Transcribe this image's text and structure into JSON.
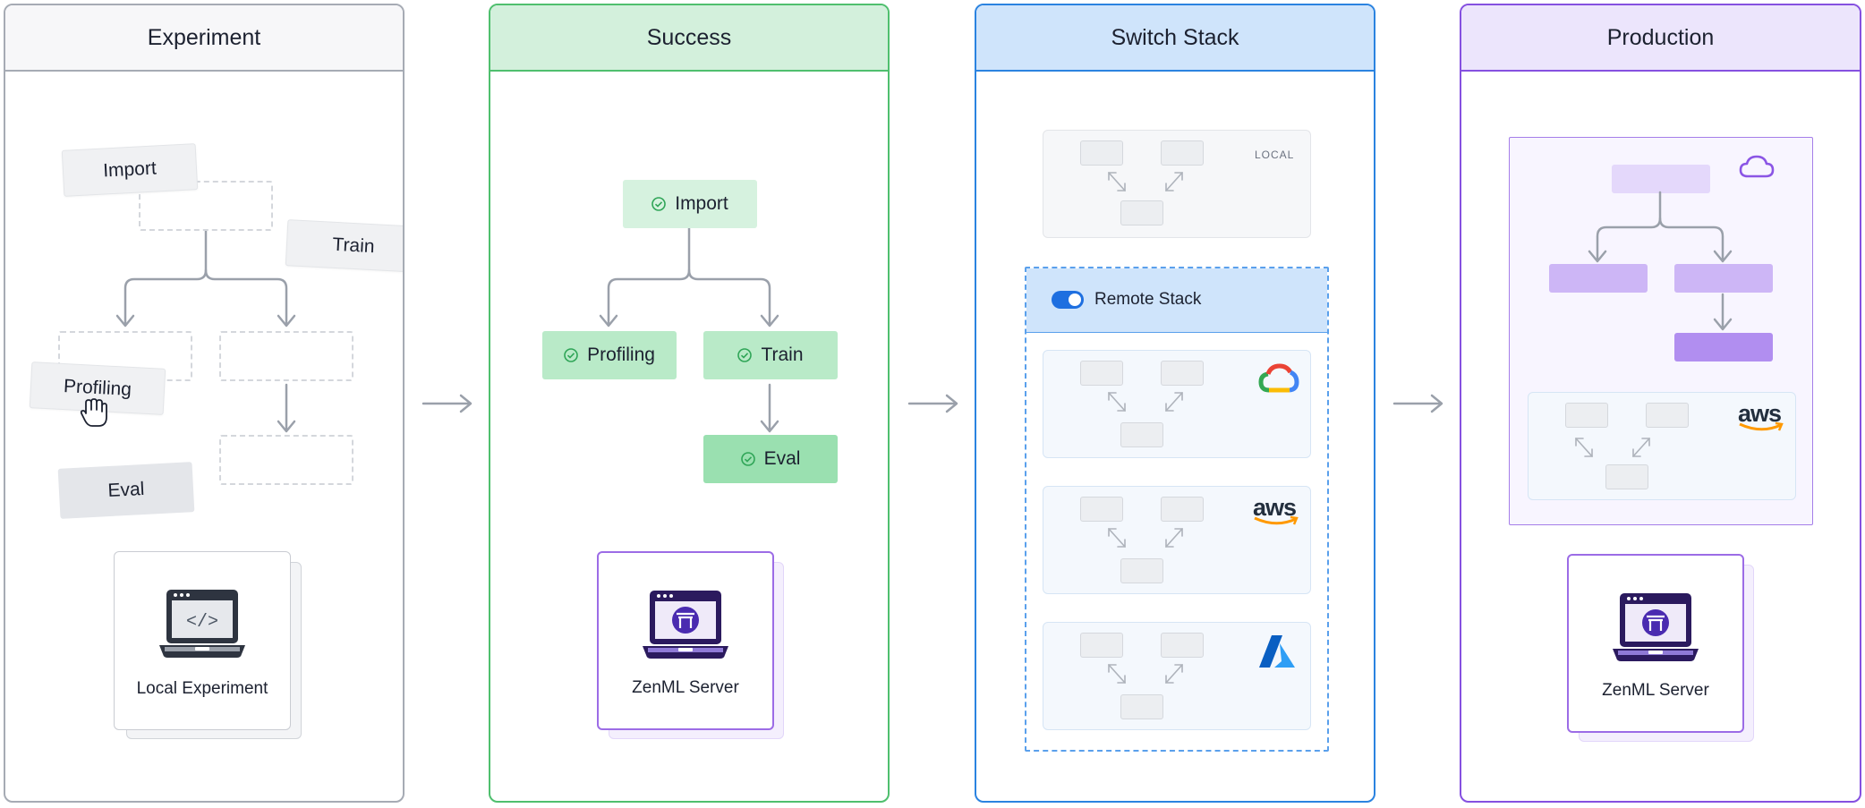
{
  "stages": [
    {
      "title": "Experiment"
    },
    {
      "title": "Success"
    },
    {
      "title": "Switch Stack"
    },
    {
      "title": "Production"
    }
  ],
  "experiment": {
    "steps": {
      "import": "Import",
      "train": "Train",
      "profiling": "Profiling",
      "eval": "Eval"
    },
    "server_label": "Local Experiment",
    "server_icon": "code-laptop-icon",
    "cursor_icon": "hand-cursor-icon"
  },
  "success": {
    "steps": {
      "import": "Import",
      "profiling": "Profiling",
      "train": "Train",
      "eval": "Eval"
    },
    "step_status_icon": "check-circle-icon",
    "server_label": "ZenML Server",
    "server_icon": "zenml-laptop-icon"
  },
  "switch_stack": {
    "local_label": "LOCAL",
    "remote_label": "Remote Stack",
    "toggle_on": true,
    "providers": [
      "google-cloud-icon",
      "aws-icon",
      "azure-icon"
    ]
  },
  "production": {
    "server_label": "ZenML Server",
    "server_icon": "zenml-laptop-icon",
    "cloud_icon": "cloud-icon",
    "aws_text": "aws"
  },
  "colors": {
    "experiment": "#a6abb4",
    "success": "#4fbf6e",
    "switch_stack": "#2b83e0",
    "production": "#8550e0"
  }
}
